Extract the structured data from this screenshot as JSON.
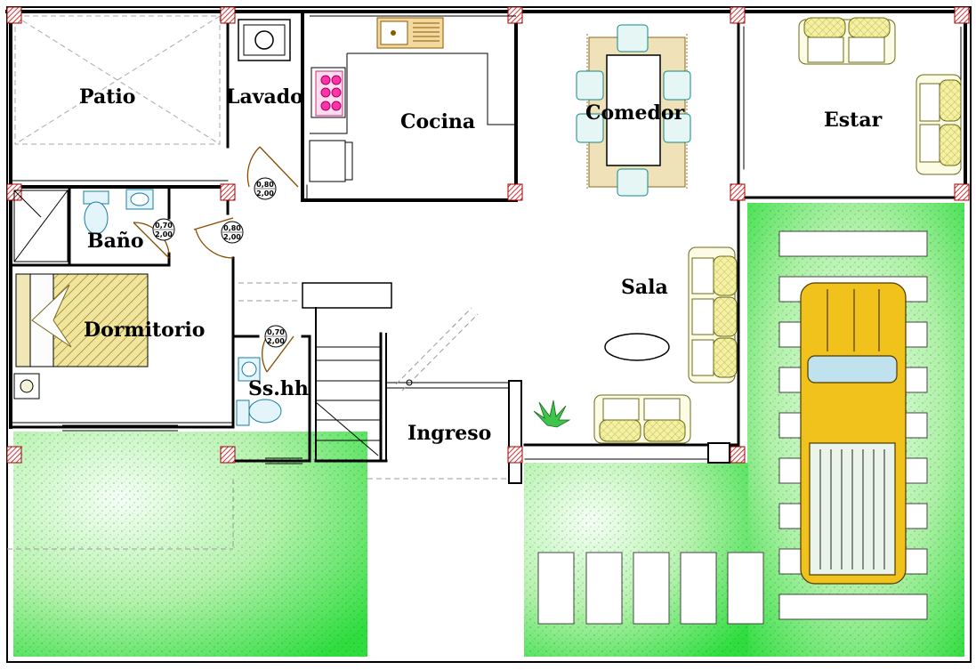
{
  "rooms": {
    "patio": "Patio",
    "lavado": "Lavado",
    "cocina": "Cocina",
    "comedor": "Comedor",
    "estar": "Estar",
    "bano": "Baño",
    "dormitorio": "Dormitorio",
    "sala": "Sala",
    "sshh": "Ss.hh",
    "ingreso": "Ingreso"
  },
  "doors": [
    {
      "width": "0,80",
      "height": "2,00"
    },
    {
      "width": "0,70",
      "height": "2,00"
    },
    {
      "width": "0,80",
      "height": "2,00"
    },
    {
      "width": "0,70",
      "height": "2,00"
    }
  ],
  "colors": {
    "lawn": "#2fdd3f",
    "lawn_light": "#c9f6c4",
    "wall": "#000000",
    "column_hatch": "#d40000",
    "furniture_yellow": "#f1ee9c",
    "fixture_cyan": "#3fb6d8",
    "car_yellow": "#f2c21c",
    "rug": "#e8d6a8"
  }
}
